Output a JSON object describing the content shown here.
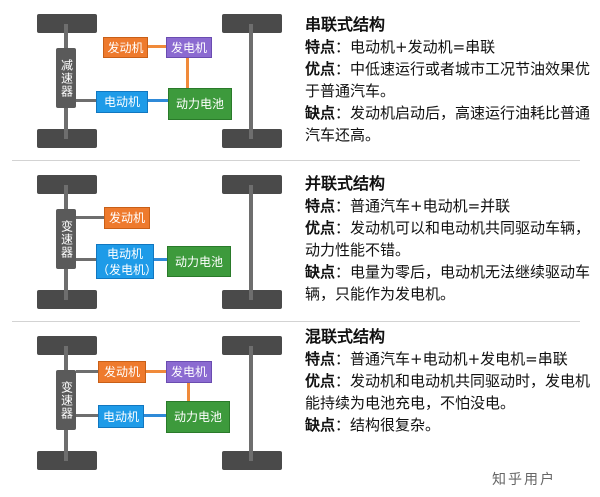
{
  "panels": [
    {
      "gearbox": "减速器",
      "engine": "发动机",
      "generator": "发电机",
      "motor": "电动机",
      "battery": "动力电池",
      "title": "串联式结构",
      "feature_label": "特点",
      "feature_text": "：电动机+发动机=串联",
      "pro_label": "优点",
      "pro_text": "：中低速运行或者城市工况节油效果优于普通汽车。",
      "con_label": "缺点",
      "con_text": "：发动机启动后，高速运行油耗比普通汽车还高。"
    },
    {
      "gearbox": "变速器",
      "engine": "发动机",
      "motor_line1": "电动机",
      "motor_line2": "（发电机）",
      "battery": "动力电池",
      "title": "并联式结构",
      "feature_label": "特点",
      "feature_text": "：普通汽车+电动机=并联",
      "pro_label": "优点",
      "pro_text": "：发动机可以和电动机共同驱动车辆，动力性能不错。",
      "con_label": "缺点",
      "con_text": "：电量为零后，电动机无法继续驱动车辆，只能作为发电机。"
    },
    {
      "gearbox": "变速器",
      "engine": "发动机",
      "generator": "发电机",
      "motor": "电动机",
      "battery": "动力电池",
      "title": "混联式结构",
      "feature_label": "特点",
      "feature_text": "：普通汽车+电动机+发电机=串联",
      "pro_label": "优点",
      "pro_text": "：发动机和电动机共同驱动时，发电机能持续为电池充电，不怕没电。",
      "con_label": "缺点",
      "con_text": "：结构很复杂。"
    }
  ],
  "watermark": "知乎用户",
  "colors": {
    "engine": "#ee7a2d",
    "generator": "#8b6ad1",
    "motor": "#1e9be8",
    "battery": "#3d9a3c",
    "wheel": "#4a4a4a"
  }
}
